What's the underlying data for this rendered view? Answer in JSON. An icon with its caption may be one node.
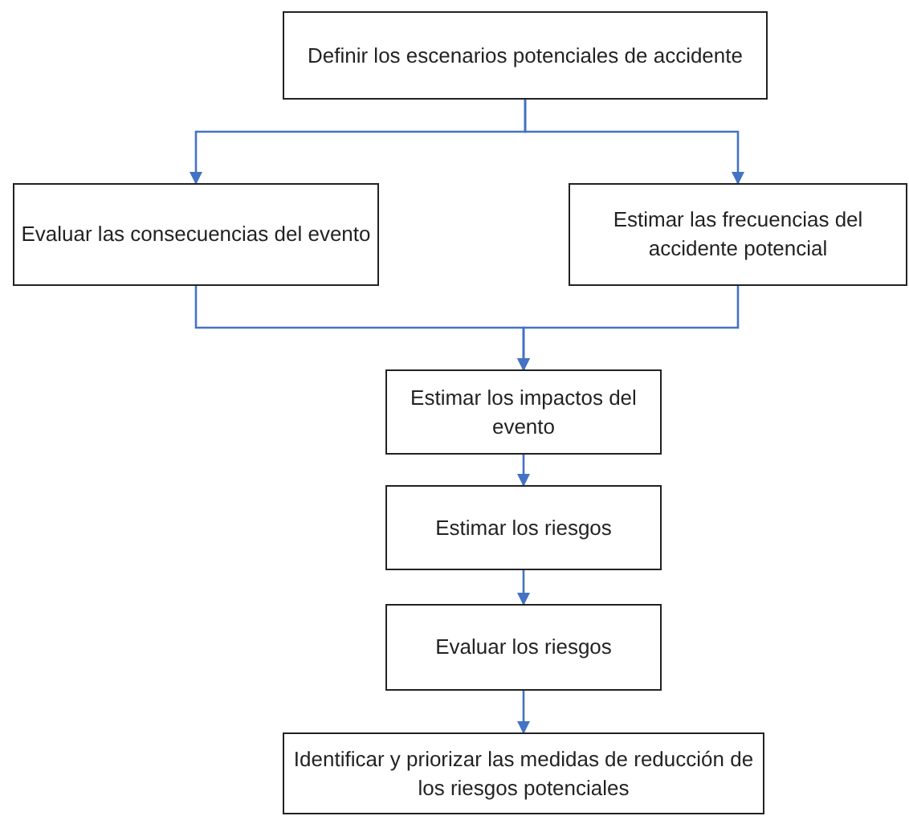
{
  "diagram": {
    "nodes": [
      {
        "text": [
          "Definir los escenarios potenciales de accidente"
        ]
      },
      {
        "text": [
          "Evaluar las consecuencias del evento"
        ]
      },
      {
        "text": [
          "Estimar las frecuencias del accidente potencial"
        ]
      },
      {
        "text": [
          "Estimar los impactos del evento"
        ]
      },
      {
        "text": [
          "Estimar los riesgos"
        ]
      },
      {
        "text": [
          "Evaluar los riesgos"
        ]
      },
      {
        "text": [
          "Identificar y priorizar las medidas de reducción de los riesgos potenciales"
        ]
      }
    ],
    "edges": [
      {
        "from": 0,
        "to": 1,
        "arrow": "to"
      },
      {
        "from": 0,
        "to": 2,
        "arrow": "to"
      },
      {
        "from": 1,
        "to": 3,
        "arrow": "to"
      },
      {
        "from": 2,
        "to": 3,
        "arrow": "to"
      },
      {
        "from": 3,
        "to": 4,
        "arrow": "to"
      },
      {
        "from": 4,
        "to": 5,
        "arrow": "to"
      },
      {
        "from": 5,
        "to": 6,
        "arrow": "to"
      }
    ]
  }
}
